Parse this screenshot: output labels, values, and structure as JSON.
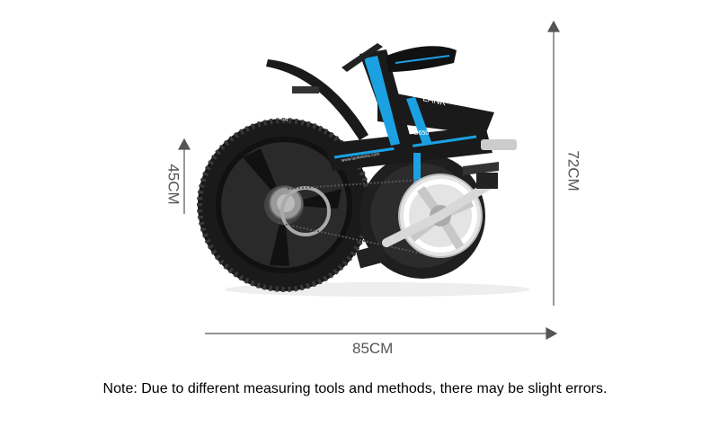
{
  "dimensions": {
    "height_folded": "45CM",
    "height_total": "72CM",
    "length": "85CM"
  },
  "note": "Note: Due to different measuring tools and methods, there may be slight errors.",
  "bike": {
    "tire_brand": "KENDA",
    "model": "G650",
    "url": "www.lankeleisi.com",
    "brand_partial": "LANK"
  },
  "colors": {
    "frame": "#1a1a1a",
    "accent": "#1ba1e2",
    "crank": "#d8d8d8",
    "arrow": "#555555"
  }
}
